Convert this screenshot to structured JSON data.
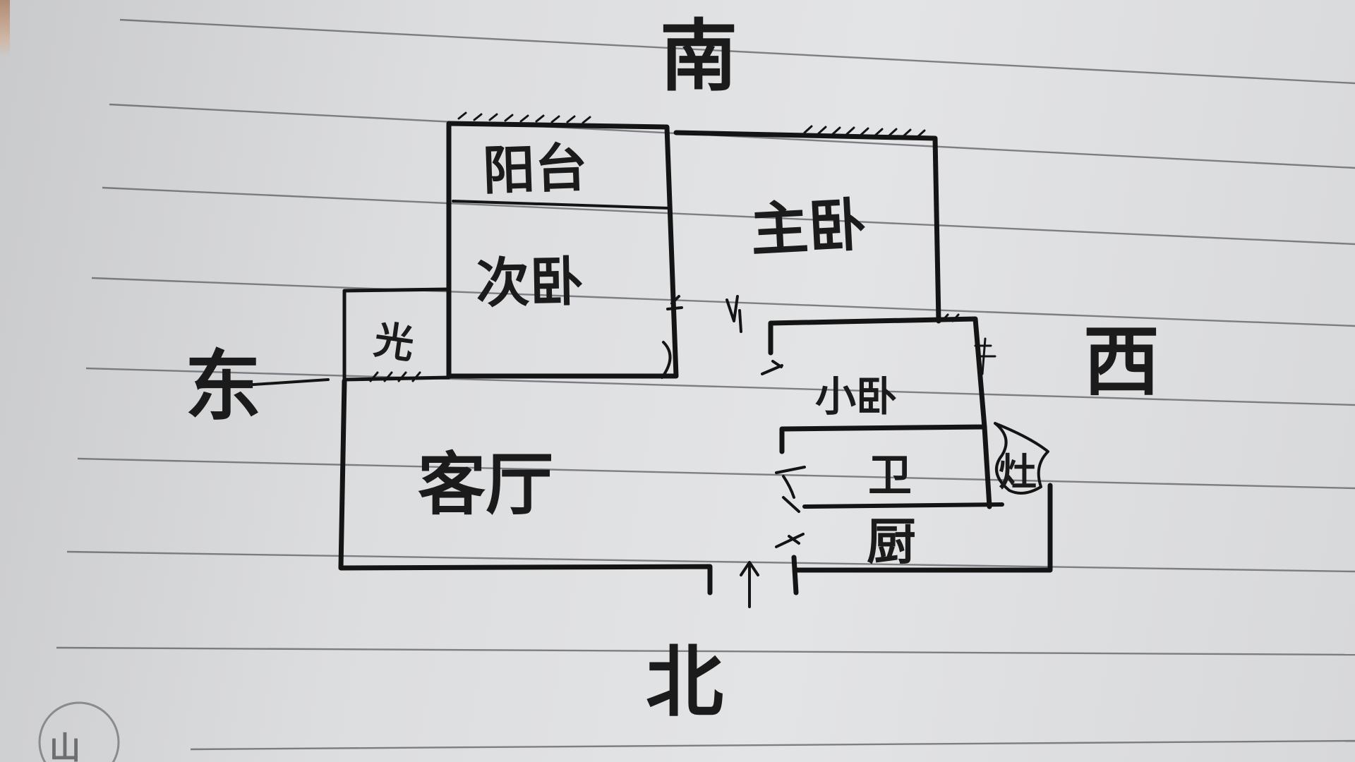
{
  "colors": {
    "paper": "#e1e2e4",
    "rule_line": "#5b5e63",
    "ink": "#141414"
  },
  "compass": {
    "top": "南",
    "bottom": "北",
    "left": "东",
    "right": "西"
  },
  "rooms": {
    "balcony": "阳台",
    "secondary_bedroom": "次卧",
    "master_bedroom": "主卧",
    "storage": "光",
    "living_room": "客厅",
    "small_bedroom": "小卧",
    "bathroom": "卫",
    "kitchen": "厨",
    "stove": "灶"
  },
  "stamp": {
    "text": "山"
  }
}
